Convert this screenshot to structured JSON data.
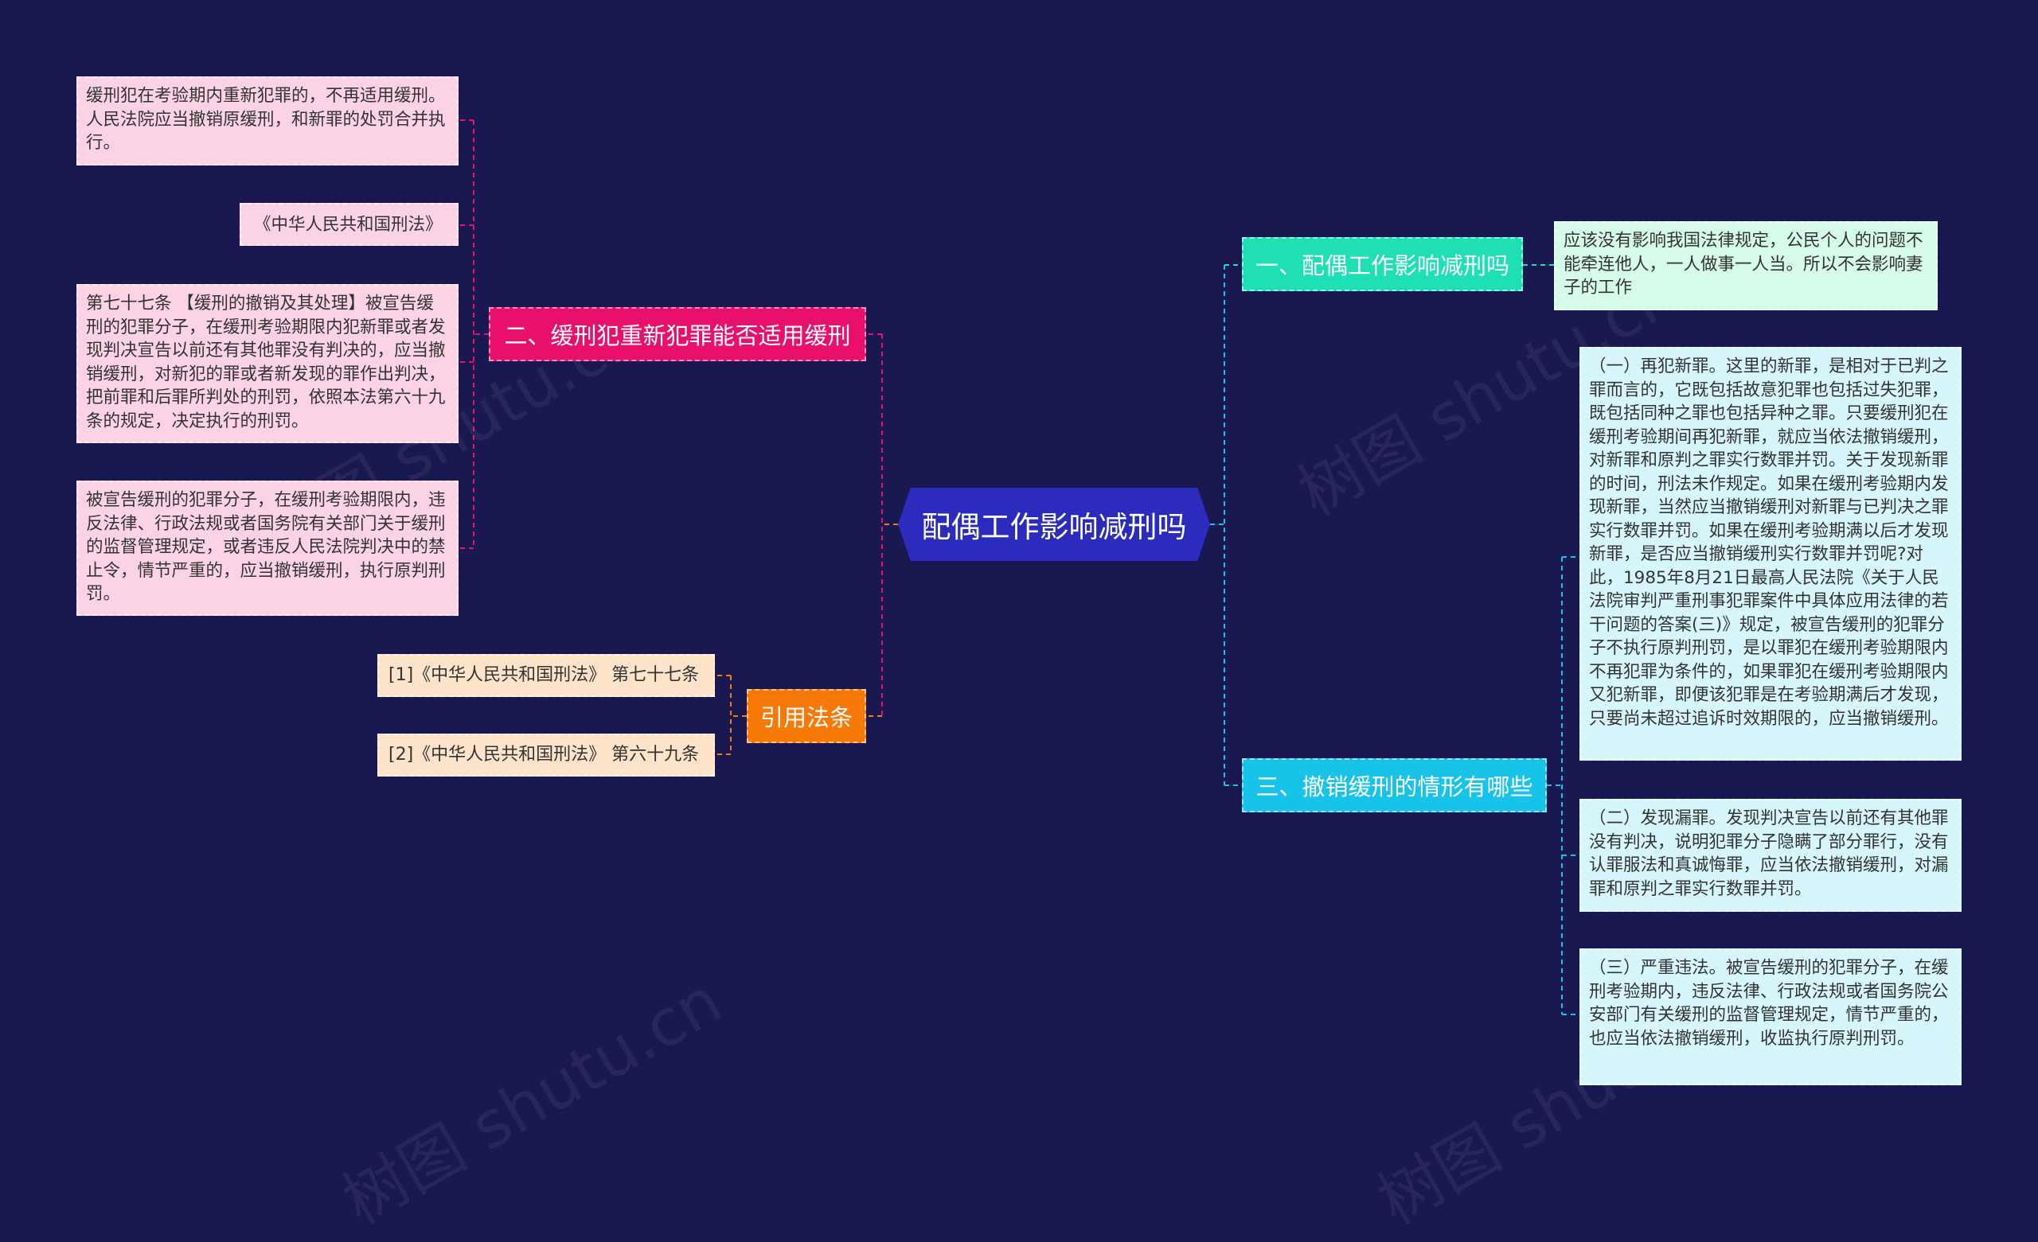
{
  "center": "配偶工作影响减刑吗",
  "branches": {
    "b1": {
      "label": "一、配偶工作影响减刑吗",
      "color": "#1ee0b4"
    },
    "b2": {
      "label": "二、缓刑犯重新犯罪能否适用缓刑",
      "color": "#e8106b"
    },
    "b3": {
      "label": "三、撤销缓刑的情形有哪些",
      "color": "#18c3ea"
    },
    "b4": {
      "label": "引用法条",
      "color": "#f77a08"
    }
  },
  "leaves": {
    "b1_1": "应该没有影响我国法律规定，公民个人的问题不能牵连他人，一人做事一人当。所以不会影响妻子的工作",
    "b2_1": "缓刑犯在考验期内重新犯罪的，不再适用缓刑。人民法院应当撤销原缓刑，和新罪的处罚合并执行。",
    "b2_2": "《中华人民共和国刑法》",
    "b2_3": "第七十七条 【缓刑的撤销及其处理】被宣告缓刑的犯罪分子，在缓刑考验期限内犯新罪或者发现判决宣告以前还有其他罪没有判决的，应当撤销缓刑，对新犯的罪或者新发现的罪作出判决，把前罪和后罪所判处的刑罚，依照本法第六十九条的规定，决定执行的刑罚。",
    "b2_4": "被宣告缓刑的犯罪分子，在缓刑考验期限内，违反法律、行政法规或者国务院有关部门关于缓刑的监督管理规定，或者违反人民法院判决中的禁止令，情节严重的，应当撤销缓刑，执行原判刑罚。",
    "b3_1": "（一）再犯新罪。这里的新罪，是相对于已判之罪而言的，它既包括故意犯罪也包括过失犯罪，既包括同种之罪也包括异种之罪。只要缓刑犯在缓刑考验期间再犯新罪，就应当依法撤销缓刑，对新罪和原判之罪实行数罪并罚。关于发现新罪的时间，刑法未作规定。如果在缓刑考验期内发现新罪，当然应当撤销缓刑对新罪与已判决之罪实行数罪并罚。如果在缓刑考验期满以后才发现新罪，是否应当撤销缓刑实行数罪并罚呢?对此，1985年8月21日最高人民法院《关于人民法院审判严重刑事犯罪案件中具体应用法律的若干问题的答案(三)》规定，被宣告缓刑的犯罪分子不执行原判刑罚，是以罪犯在缓刑考验期限内不再犯罪为条件的，如果罪犯在缓刑考验期限内又犯新罪，即便该犯罪是在考验期满后才发现，只要尚未超过追诉时效期限的，应当撤销缓刑。",
    "b3_2": "（二）发现漏罪。发现判决宣告以前还有其他罪没有判决，说明犯罪分子隐瞒了部分罪行，没有认罪服法和真诚悔罪，应当依法撤销缓刑，对漏罪和原判之罪实行数罪并罚。",
    "b3_3": "（三）严重违法。被宣告缓刑的犯罪分子，在缓刑考验期内，违反法律、行政法规或者国务院公安部门有关缓刑的监督管理规定，情节严重的，也应当依法撤销缓刑，收监执行原判刑罚。",
    "b4_1": "[1]《中华人民共和国刑法》 第七十七条",
    "b4_2": "[2]《中华人民共和国刑法》 第六十九条"
  },
  "watermark": "树图 shutu.cn"
}
